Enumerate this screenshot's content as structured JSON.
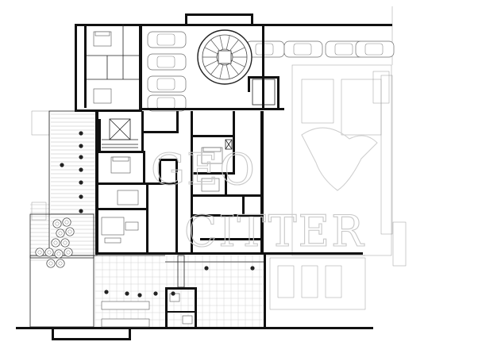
{
  "watermark": {
    "line1": "GEO",
    "line2": "CITTER"
  },
  "plan": {
    "parking_cars_count": 8,
    "turntable_spokes": 14,
    "colors": {
      "wall": "#111111",
      "line": "#222222",
      "faint": "#9a9a9a",
      "paving": "#d2d2d2",
      "background": "#ffffff"
    }
  }
}
